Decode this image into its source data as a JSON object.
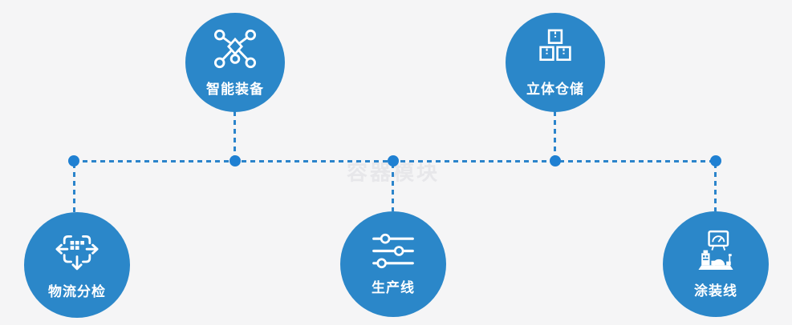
{
  "app": {
    "watermark": "容器模块"
  },
  "colors": {
    "background": "#f5f5f6",
    "circle_blue": "#2b87c9",
    "line_blue": "#2b84cb",
    "dot_blue": "#1f80d2",
    "label_white": "#ffffff",
    "watermark_gray": "#e7e7ea"
  },
  "nodes": [
    {
      "id": "smart-equipment",
      "label": "智能装备",
      "icon": "network-nodes-icon",
      "row": "top"
    },
    {
      "id": "cubic-warehouse",
      "label": "立体仓储",
      "icon": "stacked-boxes-icon",
      "row": "top"
    },
    {
      "id": "logistics-sorting",
      "label": "物流分检",
      "icon": "distribute-arrows-icon",
      "row": "bottom"
    },
    {
      "id": "production-line",
      "label": "生产线",
      "icon": "sliders-icon",
      "row": "bottom"
    },
    {
      "id": "painting-line",
      "label": "涂装线",
      "icon": "paint-machine-icon",
      "row": "bottom"
    }
  ]
}
